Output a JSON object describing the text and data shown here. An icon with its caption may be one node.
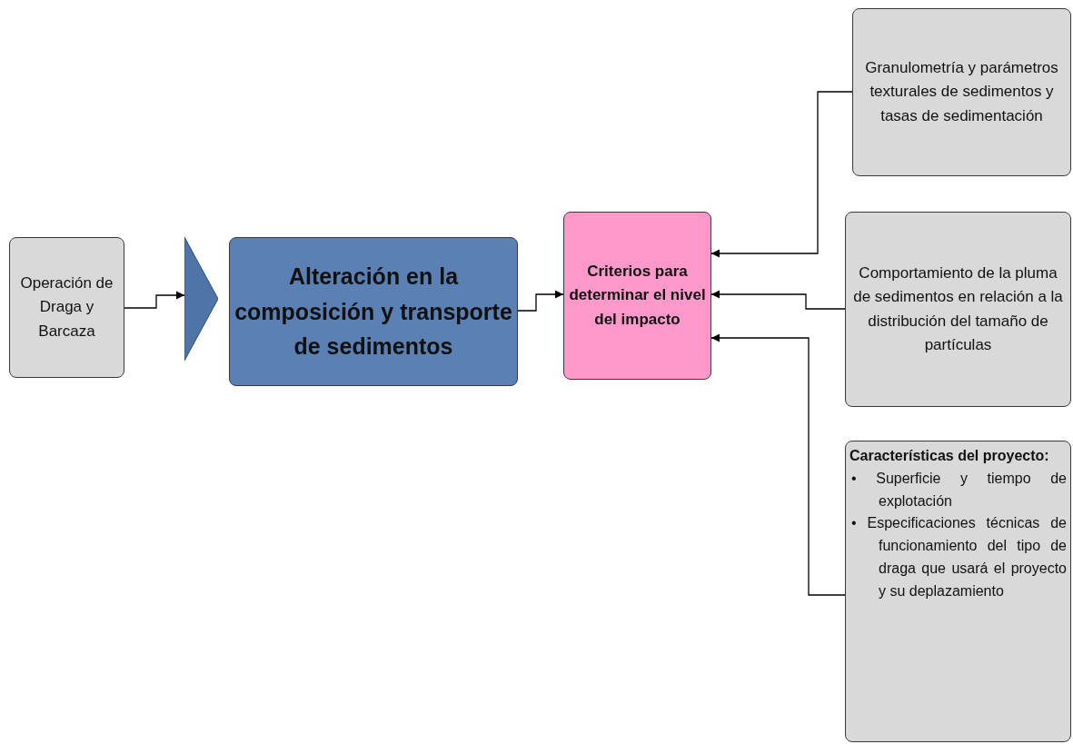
{
  "diagram": {
    "nodes": [
      {
        "text": [
          "Operación de Draga y Barcaza"
        ]
      },
      {
        "text": [],
        "shape": "triangle"
      },
      {
        "text": [
          "Alteración en la composición y transporte de sedimentos"
        ]
      },
      {
        "text": [
          "Criterios para determinar el nivel del impacto"
        ]
      },
      {
        "text": [
          "Granulometría y parámetros texturales de sedimentos y tasas de sedimentación"
        ]
      },
      {
        "text": [
          "Comportamiento de la pluma de sedimentos en relación a la distribución del tamaño de partículas"
        ]
      },
      {
        "text": [
          "Características del proyecto:",
          "• Superficie y tiempo de explotación",
          "• Especificaciones técnicas de funcionamiento del tipo de draga que usará el proyecto y su deplazamiento"
        ]
      }
    ],
    "edges": [
      {
        "from": 0,
        "to": 1,
        "arrow": "to"
      },
      {
        "from": 2,
        "to": 3,
        "arrow": "to"
      },
      {
        "from": 4,
        "to": 3,
        "arrow": "to"
      },
      {
        "from": 5,
        "to": 3,
        "arrow": "to"
      },
      {
        "from": 6,
        "to": 3,
        "arrow": "to"
      }
    ]
  }
}
